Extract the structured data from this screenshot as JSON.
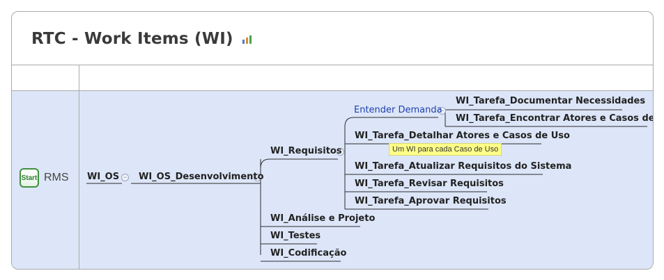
{
  "title": "RTC - Work Items (WI)",
  "icons": {
    "title_icon": "chart-icon",
    "start_icon": "start-icon"
  },
  "start_label": "Start",
  "root_label": "RMS",
  "mindmap": {
    "wi_os": "WI_OS",
    "wi_os_dev": "WI_OS_Desenvolvimento",
    "wi_requisitos": "WI_Requisitos",
    "entender_demanda": "Entender Demanda",
    "doc_necessidades": "WI_Tarefa_Documentar Necessidades",
    "encontrar_atores": "WI_Tarefa_Encontrar Atores e Casos de Uso",
    "detalhar_atores": "WI_Tarefa_Detalhar Atores e Casos de Uso",
    "note": "Um WI para cada Caso de Uso",
    "atualizar_requisitos": "WI_Tarefa_Atualizar Requisitos do Sistema",
    "revisar_requisitos": "WI_Tarefa_Revisar Requisitos",
    "aprovar_requisitos": "WI_Tarefa_Aprovar Requisitos",
    "analise_projeto": "WI_Análise e Projeto",
    "testes": "WI_Testes",
    "codificacao": "WI_Codificação"
  },
  "colors": {
    "canvas": "#dde6f8",
    "note": "#ffff88",
    "accent_text": "#1f3fb0",
    "start_border": "#3f8f3f"
  }
}
